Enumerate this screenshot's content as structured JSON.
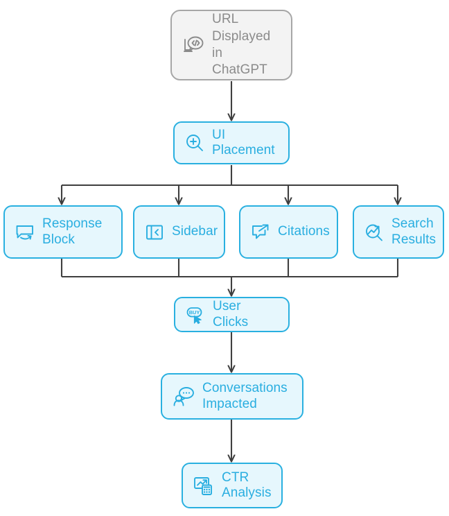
{
  "diagram": {
    "title": "ChatGPT URL visibility flow",
    "colors": {
      "node_border": "#29b0e0",
      "node_fill": "#e6f7fd",
      "node_text": "#29aee0",
      "start_border": "#a6a6a6",
      "start_fill": "#f3f3f3",
      "start_text": "#8b8b8b",
      "edge": "#3f3f3f",
      "background": "#ffffff"
    },
    "nodes": [
      {
        "id": "url",
        "label": "URL\nDisplayed in\nChatGPT",
        "icon": "code-chat-bubble-icon",
        "style": "start"
      },
      {
        "id": "ui",
        "label": "UI\nPlacement",
        "icon": "zoom-in-icon",
        "style": "step"
      },
      {
        "id": "response",
        "label": "Response\nBlock",
        "icon": "chat-bubble-arrow-icon",
        "style": "step"
      },
      {
        "id": "sidebar",
        "label": "Sidebar",
        "icon": "sidebar-panel-icon",
        "style": "step"
      },
      {
        "id": "citations",
        "label": "Citations",
        "icon": "external-link-bubble-icon",
        "style": "step"
      },
      {
        "id": "search",
        "label": "Search\nResults",
        "icon": "search-trend-icon",
        "style": "step"
      },
      {
        "id": "clicks",
        "label": "User Clicks",
        "icon": "buy-button-cursor-icon",
        "style": "step"
      },
      {
        "id": "conversations",
        "label": "Conversations\nImpacted",
        "icon": "person-speech-bubble-icon",
        "style": "step"
      },
      {
        "id": "ctr",
        "label": "CTR\nAnalysis",
        "icon": "chart-calculator-icon",
        "style": "step"
      }
    ],
    "edges": [
      {
        "from": "url",
        "to": "ui"
      },
      {
        "from": "ui",
        "to": "response"
      },
      {
        "from": "ui",
        "to": "sidebar"
      },
      {
        "from": "ui",
        "to": "citations"
      },
      {
        "from": "ui",
        "to": "search"
      },
      {
        "from": "response",
        "to": "clicks"
      },
      {
        "from": "sidebar",
        "to": "clicks"
      },
      {
        "from": "citations",
        "to": "clicks"
      },
      {
        "from": "search",
        "to": "clicks"
      },
      {
        "from": "clicks",
        "to": "conversations"
      },
      {
        "from": "conversations",
        "to": "ctr"
      }
    ]
  }
}
